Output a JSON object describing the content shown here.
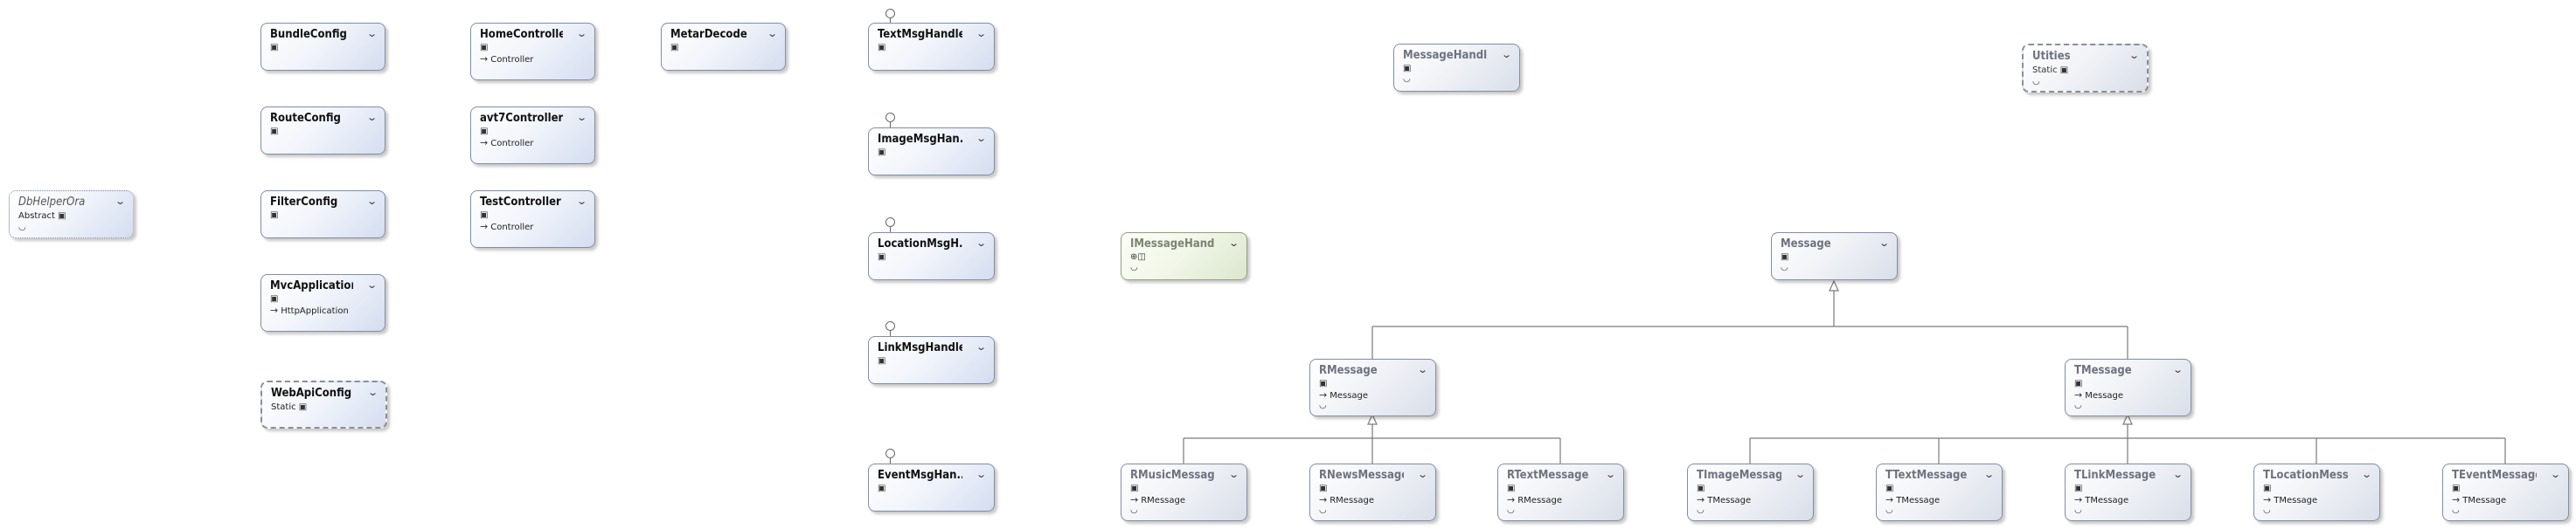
{
  "classes": {
    "db_helper": {
      "name": "DbHelperOra",
      "kind": "Abstract"
    },
    "bundle_config": {
      "name": "BundleConfig"
    },
    "route_config": {
      "name": "RouteConfig"
    },
    "filter_config": {
      "name": "FilterConfig"
    },
    "mvc_application": {
      "name": "MvcApplication",
      "base": "HttpApplication"
    },
    "webapi_config": {
      "name": "WebApiConfig",
      "kind": "Static"
    },
    "home_controller": {
      "name": "HomeController",
      "base": "Controller"
    },
    "avt7_controller": {
      "name": "avt7Controller",
      "base": "Controller"
    },
    "test_controller": {
      "name": "TestController",
      "base": "Controller"
    },
    "metar_decode": {
      "name": "MetarDecode"
    },
    "text_msg_handler": {
      "name": "TextMsgHandler"
    },
    "image_msg_handler": {
      "name": "ImageMsgHan..."
    },
    "location_msg_handler": {
      "name": "LocationMsgH..."
    },
    "link_msg_handler": {
      "name": "LinkMsgHandler"
    },
    "event_msg_handler": {
      "name": "EventMsgHan..."
    },
    "message_handler": {
      "name": "MessageHandl..."
    },
    "utities": {
      "name": "Utities",
      "kind": "Static"
    },
    "imessage_handler": {
      "name": "IMessageHand..."
    },
    "message": {
      "name": "Message"
    },
    "rmessage": {
      "name": "RMessage",
      "base": "Message"
    },
    "tmessage": {
      "name": "TMessage",
      "base": "Message"
    },
    "rmusic_message": {
      "name": "RMusicMessage",
      "base": "RMessage"
    },
    "rnews_message": {
      "name": "RNewsMessage",
      "base": "RMessage"
    },
    "rtext_message": {
      "name": "RTextMessage",
      "base": "RMessage"
    },
    "timage_message": {
      "name": "TImageMessage",
      "base": "TMessage"
    },
    "ttext_message": {
      "name": "TTextMessage",
      "base": "TMessage"
    },
    "tlink_message": {
      "name": "TLinkMessage",
      "base": "TMessage"
    },
    "tlocation_message": {
      "name": "TLocationMess...",
      "base": "TMessage"
    },
    "tevent_message": {
      "name": "TEventMessage",
      "base": "TMessage"
    }
  },
  "colors": {
    "box_border": "#7f8ea8",
    "box_gradient_end": "#d4ddf0",
    "interface_gradient_end": "#dbe7cd",
    "line": "#7a7a7a"
  }
}
